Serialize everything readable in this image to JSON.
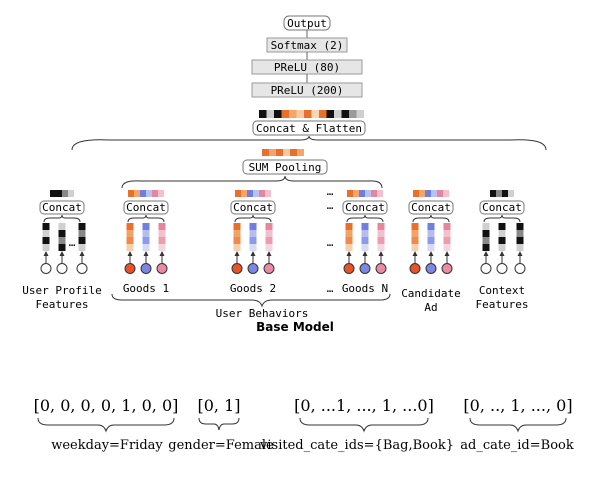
{
  "network": {
    "output": "Output",
    "softmax": "Softmax (2)",
    "prelu80": "PReLU (80)",
    "prelu200": "PReLU (200)",
    "concat_flatten": "Concat & Flatten",
    "sum_pooling": "SUM Pooling",
    "concat": "Concat",
    "ellipsis": "…"
  },
  "groups": {
    "user_profile": [
      "User Profile",
      "Features"
    ],
    "goods1": "Goods 1",
    "goods2": "Goods 2",
    "goodsN": "Goods N",
    "candidate": [
      "Candidate",
      "Ad"
    ],
    "context": [
      "Context",
      "Features"
    ],
    "user_behaviors": "User Behaviors",
    "base_model": "Base Model"
  },
  "encodings": [
    {
      "vector": "[0, 0, 0, 0, 1, 0, 0]",
      "label": "weekday=Friday"
    },
    {
      "vector": "[0, 1]",
      "label": "gender=Female"
    },
    {
      "vector": "[0, ...1, ..., 1, ...0]",
      "label": "visited_cate_ids={Bag,Book}"
    },
    {
      "vector": "[0, .., 1, ..., 0]",
      "label": "ad_cate_id=Book"
    }
  ],
  "colors": {
    "box_fill": "#e6e6e6",
    "box_stroke": "#888888",
    "orange": "#e8702a",
    "orange_light": "#f2a66c",
    "blue": "#6f7fe0",
    "blue_light": "#b9c0f2",
    "pink": "#e5879c",
    "pink_light": "#f2c1cc",
    "node_red": "#e8532a",
    "node_blue": "#7d86e0",
    "node_pink": "#eb8aa3",
    "black": "#111111",
    "gray": "#9a9a9a"
  }
}
